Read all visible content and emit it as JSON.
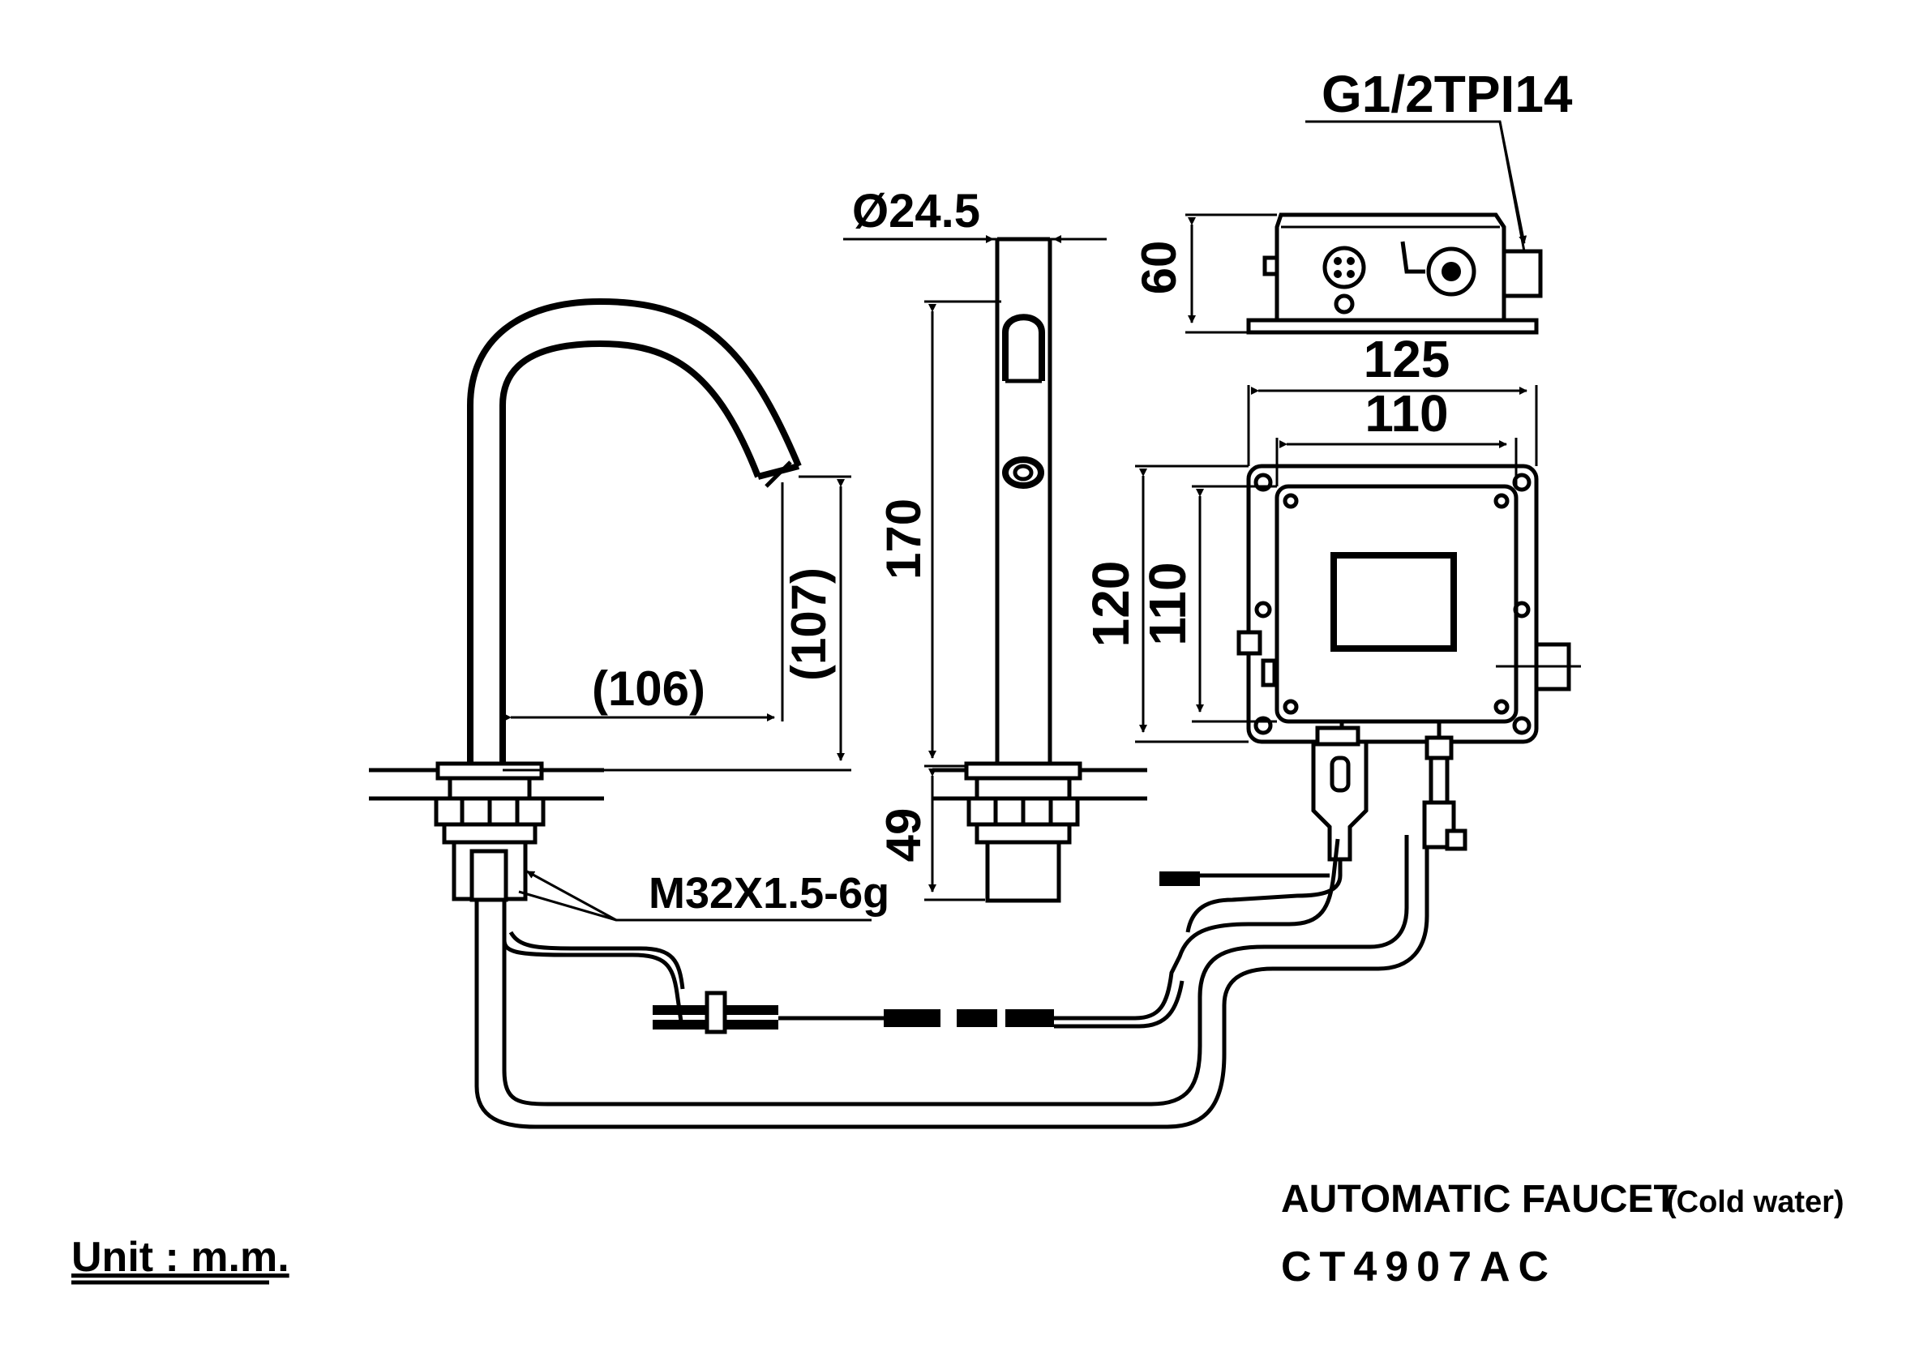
{
  "labels": {
    "thread_connector": "G1/2TPI14",
    "tube_diameter": "Ø24.5",
    "box_height": "60",
    "box_width_outer": "125",
    "box_width_inner": "110",
    "box_height_outer": "120",
    "box_height_inner": "110",
    "spout_height": "170",
    "spout_drop": "(107)",
    "spout_reach": "(106)",
    "mount_thread": "M32X1.5-6g",
    "shank_length": "49"
  },
  "footer": {
    "unit": "Unit : m.m.",
    "product": "AUTOMATIC FAUCET",
    "water_type": "(Cold water)",
    "model": "CT4907AC"
  }
}
